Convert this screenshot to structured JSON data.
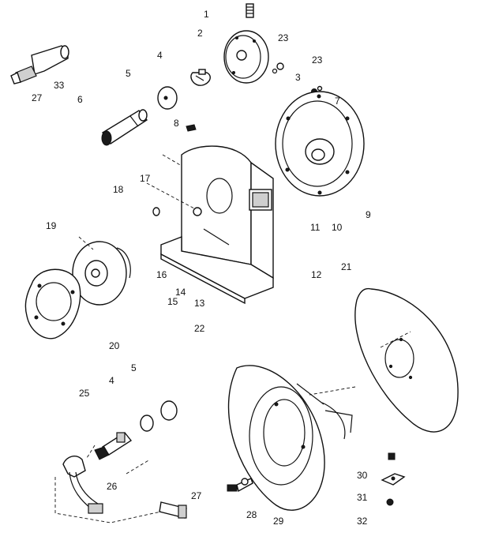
{
  "callouts": [
    {
      "id": "c1",
      "text": "1"
    },
    {
      "id": "c2",
      "text": "2"
    },
    {
      "id": "c3",
      "text": "3"
    },
    {
      "id": "c4a",
      "text": "4"
    },
    {
      "id": "c4b",
      "text": "4"
    },
    {
      "id": "c5a",
      "text": "5"
    },
    {
      "id": "c5b",
      "text": "5"
    },
    {
      "id": "c6",
      "text": "6"
    },
    {
      "id": "c7",
      "text": "7"
    },
    {
      "id": "c8",
      "text": "8"
    },
    {
      "id": "c9",
      "text": "9"
    },
    {
      "id": "c10",
      "text": "10"
    },
    {
      "id": "c11",
      "text": "11"
    },
    {
      "id": "c12",
      "text": "12"
    },
    {
      "id": "c13",
      "text": "13"
    },
    {
      "id": "c14",
      "text": "14"
    },
    {
      "id": "c15",
      "text": "15"
    },
    {
      "id": "c16",
      "text": "16"
    },
    {
      "id": "c17",
      "text": "17"
    },
    {
      "id": "c18",
      "text": "18"
    },
    {
      "id": "c19",
      "text": "19"
    },
    {
      "id": "c20",
      "text": "20"
    },
    {
      "id": "c21",
      "text": "21"
    },
    {
      "id": "c22",
      "text": "22"
    },
    {
      "id": "c23a",
      "text": "23"
    },
    {
      "id": "c23b",
      "text": "23"
    },
    {
      "id": "c25",
      "text": "25"
    },
    {
      "id": "c26",
      "text": "26"
    },
    {
      "id": "c27a",
      "text": "27"
    },
    {
      "id": "c27b",
      "text": "27"
    },
    {
      "id": "c28",
      "text": "28"
    },
    {
      "id": "c29",
      "text": "29"
    },
    {
      "id": "c30",
      "text": "30"
    },
    {
      "id": "c31",
      "text": "31"
    },
    {
      "id": "c32",
      "text": "32"
    },
    {
      "id": "c33",
      "text": "33"
    }
  ]
}
